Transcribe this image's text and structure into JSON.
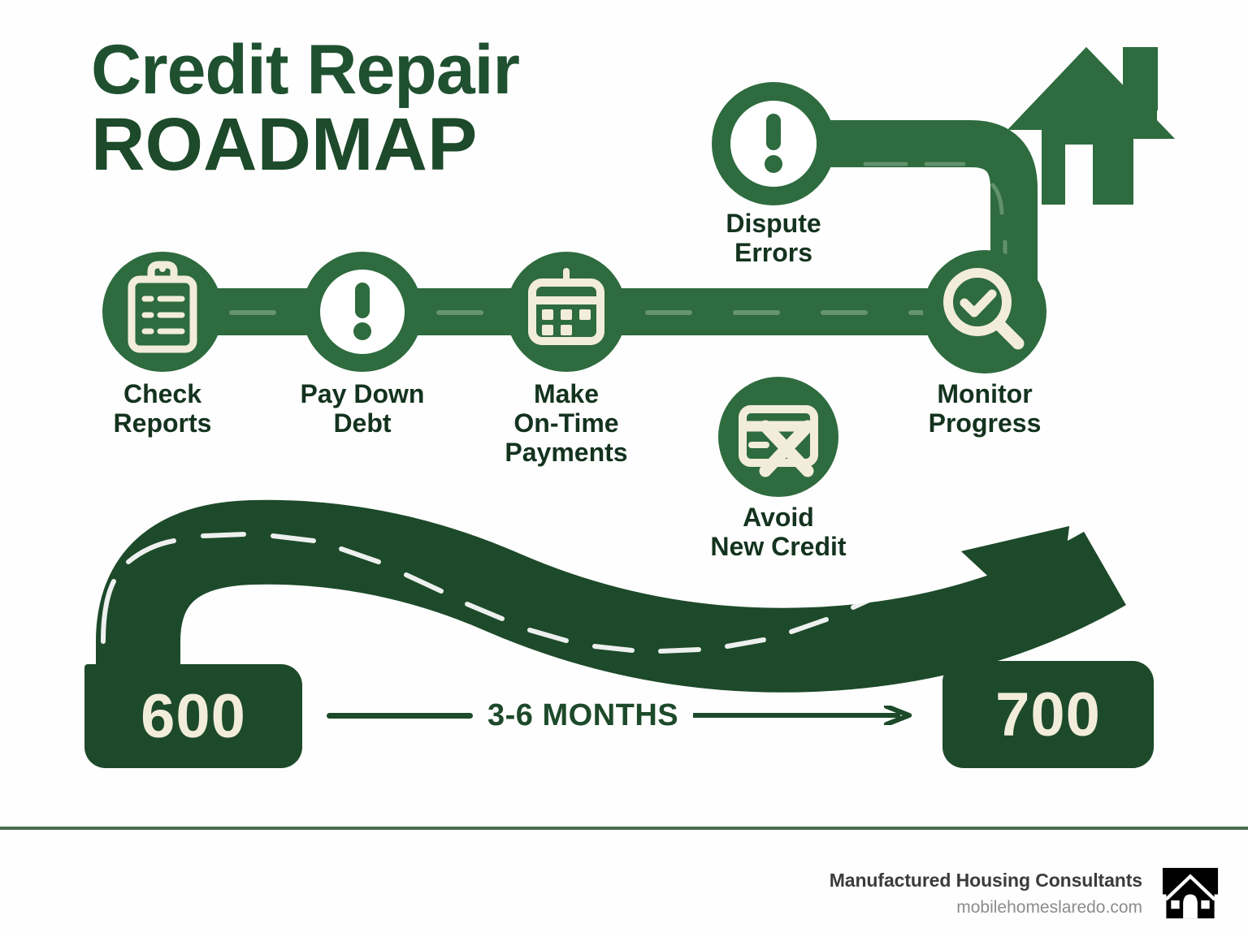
{
  "title": {
    "line1": "Credit Repair",
    "line2": "ROADMAP"
  },
  "colors": {
    "background": "#fefefe",
    "green_mid": "#2e6b3e",
    "green_dark": "#1d4a2a",
    "green_title": "#1f5130",
    "cream": "#f2ecdb",
    "label_text": "#14331f",
    "divider": "#4a6f50",
    "footer_company": "#3b3b3b",
    "footer_url": "#8c8c8c",
    "logo_black": "#000000"
  },
  "steps": [
    {
      "id": "check-reports",
      "label": "Check\nReports",
      "icon": "clipboard-checklist-icon"
    },
    {
      "id": "pay-down-debt",
      "label": "Pay Down\nDebt",
      "icon": "exclamation-circle-icon"
    },
    {
      "id": "make-payments",
      "label": "Make\nOn-Time\nPayments",
      "icon": "calendar-icon"
    },
    {
      "id": "dispute-errors",
      "label": "Dispute\nErrors",
      "icon": "exclamation-circle-icon"
    },
    {
      "id": "avoid-new-credit",
      "label": "Avoid\nNew Credit",
      "icon": "credit-card-x-icon"
    },
    {
      "id": "monitor-progress",
      "label": "Monitor\nProgress",
      "icon": "magnifier-check-icon"
    }
  ],
  "destination": {
    "icon": "house-icon"
  },
  "score": {
    "start": "600",
    "end": "700"
  },
  "timeline": {
    "label": "3-6 MONTHS",
    "arrow_icon": "arrow-right-icon"
  },
  "growth": {
    "icon": "upward-arrow-icon"
  },
  "footer": {
    "company": "Manufactured Housing Consultants",
    "url": "mobilehomeslaredo.com",
    "logo_icon": "house-logo-icon"
  }
}
